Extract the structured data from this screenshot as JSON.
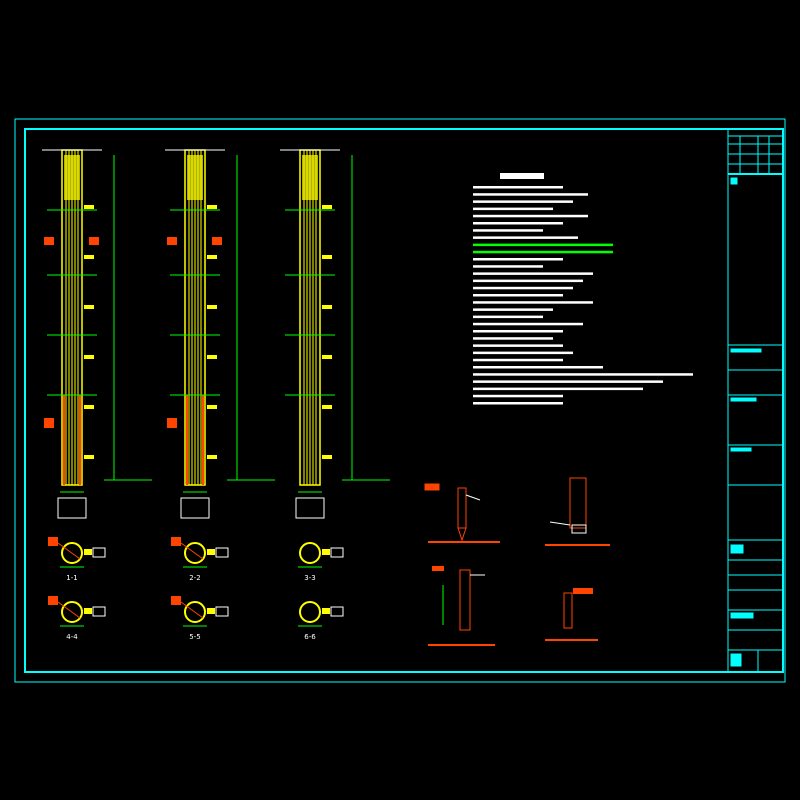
{
  "drawing": {
    "background": "#000000",
    "frame_color": "#00ffff",
    "rebar_color": "#ffff00",
    "dim_color": "#00ff00",
    "annot_color": "#ff4400",
    "text_color": "#ffffff"
  },
  "sections": [
    {
      "label": "1-1"
    },
    {
      "label": "2-2"
    },
    {
      "label": "3-3"
    },
    {
      "label": "4-4"
    },
    {
      "label": "5-5"
    },
    {
      "label": "6-6"
    }
  ]
}
